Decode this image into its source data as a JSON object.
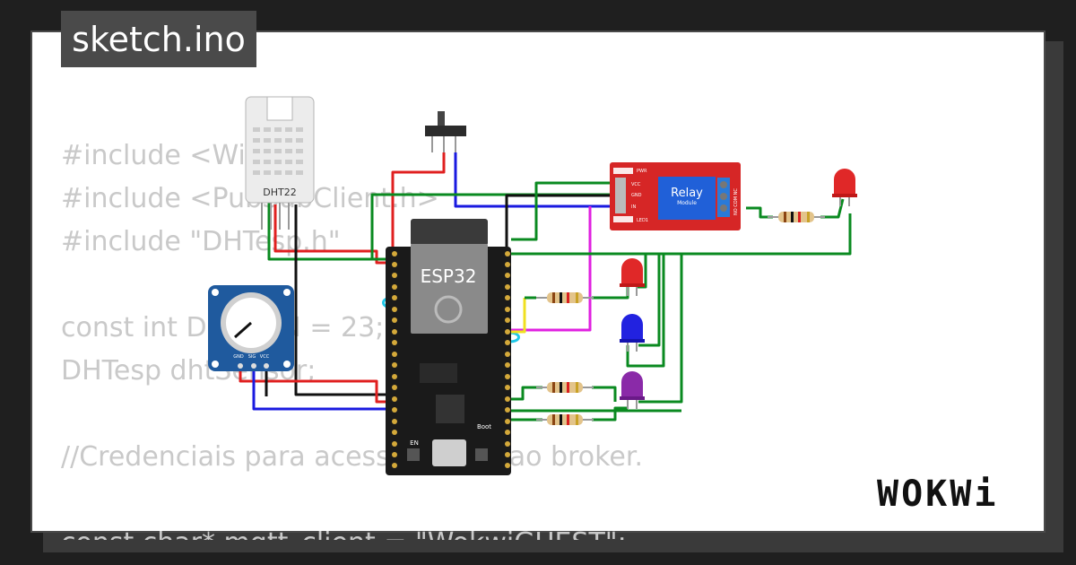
{
  "title_tab": {
    "label": "sketch.ino"
  },
  "code": {
    "lines": [
      "#include <WiFi.h>",
      "#include <PubSubClient.h>",
      "#include \"DHTesp.h\"",
      "",
      "const int DHT_PIN = 23;",
      "DHTesp dhtSensor;",
      "",
      "//Credenciais para acesso à rede ao broker.",
      "",
      "const char* mqtt_client = \"WokwiGUEST\";"
    ]
  },
  "components": {
    "dht22": {
      "label": "DHT22"
    },
    "esp32": {
      "label": "ESP32",
      "boot_label": "Boot",
      "en_label": "EN"
    },
    "relay": {
      "label": "Relay",
      "sub_label": "Module",
      "pwr": "PWR",
      "vcc": "VCC",
      "gnd": "GND",
      "in": "IN",
      "led1": "LED1",
      "terms": "NO COM NC"
    },
    "pot": {
      "gnd": "GND",
      "sig": "SIG",
      "vcc": "VCC"
    }
  },
  "brand": {
    "logo_text": "WOKWi"
  },
  "colors": {
    "background": "#1f1f1f",
    "card": "#ffffff",
    "wire_red": "#e02020",
    "wire_blue": "#1a1ae0",
    "wire_black": "#111111",
    "wire_green": "#0a8a20",
    "wire_magenta": "#e020e0",
    "wire_cyan": "#20c8e8",
    "wire_yellow": "#f0e020"
  }
}
